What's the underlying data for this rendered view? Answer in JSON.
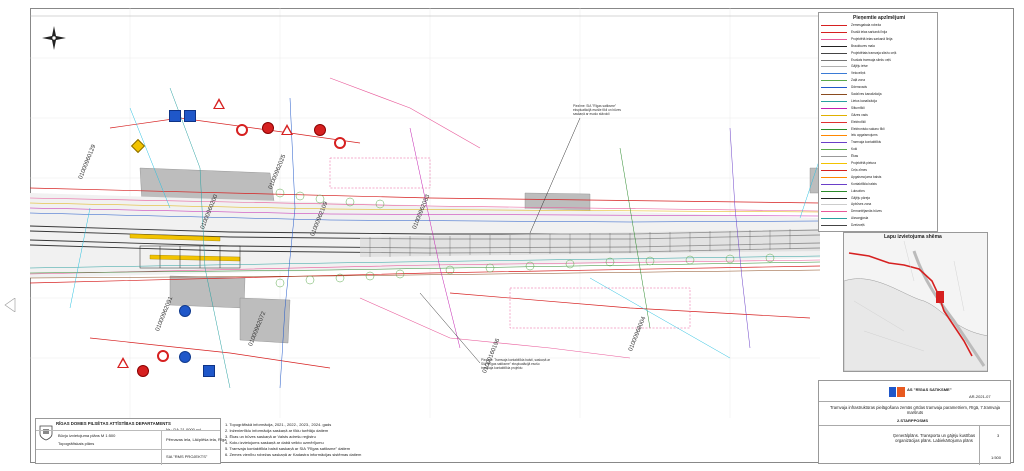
{
  "legend": {
    "title": "Pieņemtie apzīmējumi",
    "items": [
      {
        "label": "Zemesgabala robeža",
        "color": "#d62020"
      },
      {
        "label": "Esošā ielas sarkanā līnija",
        "color": "#d62020"
      },
      {
        "label": "Projektētā ielas sarkanā līnija",
        "color": "#e85a9a"
      },
      {
        "label": "Brauktuves mala",
        "color": "#222222"
      },
      {
        "label": "Projektētais tramvaja sliežu ceļš",
        "color": "#444444"
      },
      {
        "label": "Esošais tramvaja sliežu ceļš",
        "color": "#777777"
      },
      {
        "label": "Gājēju ietve",
        "color": "#b0b0b0"
      },
      {
        "label": "Veloceliņš",
        "color": "#3a7bd5"
      },
      {
        "label": "Zaļā zona",
        "color": "#5aa84a"
      },
      {
        "label": "Ūdensvads",
        "color": "#1f57c9"
      },
      {
        "label": "Sadzīves kanalizācija",
        "color": "#8a4b1f"
      },
      {
        "label": "Lietus kanalizācija",
        "color": "#2aa0a0"
      },
      {
        "label": "Siltumtīkli",
        "color": "#c21fb0"
      },
      {
        "label": "Gāzes vads",
        "color": "#e0b000"
      },
      {
        "label": "Elektrotīkli",
        "color": "#e03030"
      },
      {
        "label": "Elektronisko sakaru tīkli",
        "color": "#2a8a2a"
      },
      {
        "label": "Ielu apgaismojums",
        "color": "#ff8800"
      },
      {
        "label": "Tramvaja kontakttīkls",
        "color": "#6a3fc8"
      },
      {
        "label": "Koki",
        "color": "#5aa84a"
      },
      {
        "label": "Ēkas",
        "color": "#999999"
      },
      {
        "label": "Projektētā pietura",
        "color": "#f2c300"
      },
      {
        "label": "Ceļa zīmes",
        "color": "#d62020"
      },
      {
        "label": "Apgaismojuma balsts",
        "color": "#ff8800"
      },
      {
        "label": "Kontakttīkla balsts",
        "color": "#6a3fc8"
      },
      {
        "label": "Luksofors",
        "color": "#2a8a2a"
      },
      {
        "label": "Gājēju pāreja",
        "color": "#222222"
      },
      {
        "label": "Apbūves zona",
        "color": "#cccccc"
      },
      {
        "label": "Demontējamās būves",
        "color": "#e85a9a"
      },
      {
        "label": "Aizsargjosla",
        "color": "#2aa0a0"
      },
      {
        "label": "Dzelzceļš",
        "color": "#444444"
      }
    ]
  },
  "minimap": {
    "title": "Lapu izvietojuma shēma"
  },
  "cad_labels": [
    "01000960129",
    "01000962025",
    "01000960200",
    "01000962109",
    "01000962053",
    "01000160196",
    "01000962091",
    "01000962072",
    "01000968004"
  ],
  "callouts": {
    "top": "Piezīme: SIA \"Rīgas satiksme\" ekspluatācijā esošie tīkli un būves saskaņā ar esošo stāvokli",
    "bottom": "Piezīme: Tramvaja kontakttīkla balsti, saskaņā ar SIA \"Rīgas satiksme\" ekspluatācijā esošo tramvaja kontakttīkla projektu"
  },
  "title_block": {
    "department": "RĪGAS DOMES PILSĒTAS ATTĪSTĪBAS DEPARTAMENTS",
    "doc_no": "Nr.: DA-21-0000-nd",
    "scale_note": "Būvju izvietojuma plāns M 1:500",
    "purpose": "Topogrāfiskais plāns",
    "address": "Pērnavas iela, Lāčplēša iela, Rīga",
    "client": "SIA \"RMS PROJEKTS\""
  },
  "notes": [
    "1. Topogrāfiskā informācija, 2021., 2022., 2023., 2024. gads",
    "2. Inženiertīklu informācija saskaņā ar tīklu turētāju datiem",
    "3. Ēkas un būves saskaņā ar Valsts adrešu reģistru",
    "4. Koku izvietojums saskaņā ar dabā veikto uzmērījumu",
    "5. Tramvaja kontakttīkla balsti saskaņā ar SIA \"Rīgas satiksme\" datiem",
    "6. Zemes vienību robežas saskaņā ar Kadastra informācijas sistēmas datiem"
  ],
  "right_block": {
    "company": "AS \"RĪGAS SATIKSME\"",
    "project_title": "Tramvaja infrastruktūras pielāgošana zemās grīdas tramvaja parametriem, Rīgā, 7.tramvaja maršruts",
    "stage": "2.STARPPOSMS",
    "sheet_title": "Ģenerālplāns. Transporta un gājēju kustības organizācijas plāns. Labiekārtojuma plāns",
    "sheet_no": "AR-2021-07",
    "scale": "1:500",
    "sheet": "3"
  }
}
